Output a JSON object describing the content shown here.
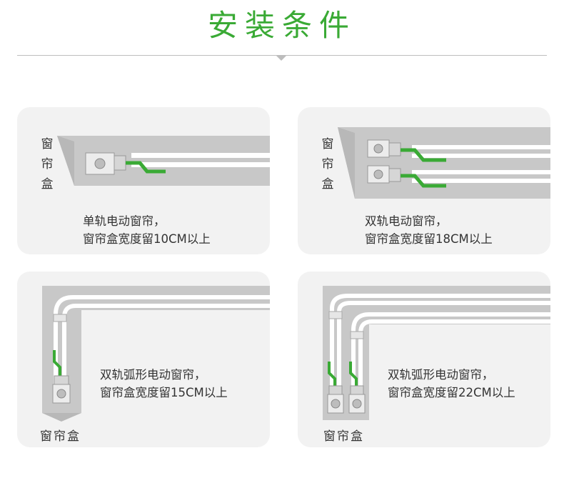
{
  "page_title": "安装条件",
  "colors": {
    "title_green": "#3aaa35",
    "rail_green": "#3aaa35",
    "card_bg": "#f2f2f2",
    "box_gray": "#c8c8c8"
  },
  "cards": [
    {
      "box_label": "窗帘盒",
      "line1": "单轨电动窗帘，",
      "line2": "窗帘盒宽度留10CM以上"
    },
    {
      "box_label": "窗帘盒",
      "line1": "双轨电动窗帘，",
      "line2": "窗帘盒宽度留18CM以上"
    },
    {
      "box_label": "窗帘盒",
      "line1": "双轨弧形电动窗帘，",
      "line2": "窗帘盒宽度留15CM以上"
    },
    {
      "box_label": "窗帘盒",
      "line1": "双轨弧形电动窗帘，",
      "line2": "窗帘盒宽度留22CM以上"
    }
  ]
}
